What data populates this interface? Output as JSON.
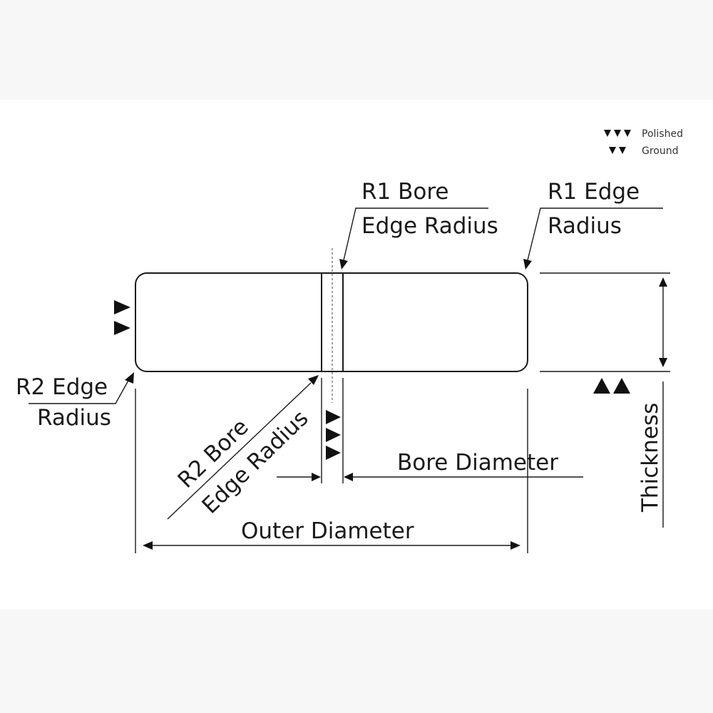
{
  "legend": {
    "polished": "Polished",
    "ground": "Ground"
  },
  "labels": {
    "r1_bore_line1": "R1 Bore",
    "r1_bore_line2": "Edge Radius",
    "r1_edge_line1": "R1 Edge",
    "r1_edge_line2": "Radius",
    "r2_edge_line1": "R2 Edge",
    "r2_edge_line2": "Radius",
    "r2_bore_line1": "R2 Bore",
    "r2_bore_line2": "Edge Radius",
    "bore_diameter": "Bore Diameter",
    "outer_diameter": "Outer Diameter",
    "thickness": "Thickness"
  },
  "finish_marks": {
    "polished_count": 3,
    "ground_count": 2
  }
}
